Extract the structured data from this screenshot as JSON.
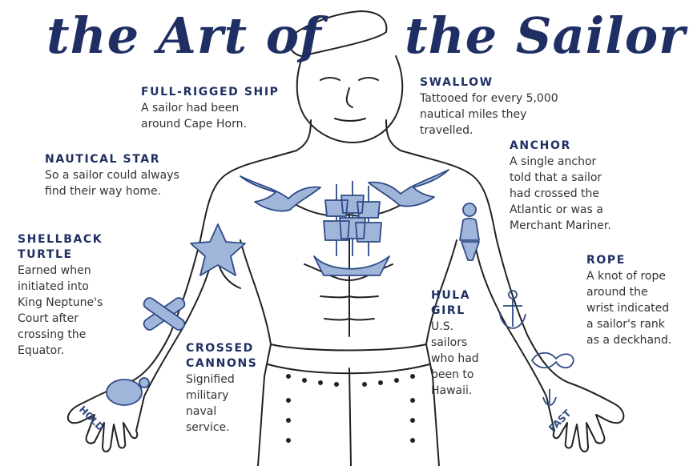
{
  "title": {
    "left": "the Art of",
    "right": "the Sailor"
  },
  "tattoos": {
    "ship": {
      "name": "FULL-RIGGED SHIP",
      "desc": "A sailor had been\naround Cape Horn."
    },
    "swallow": {
      "name": "SWALLOW",
      "desc": "Tattooed for every 5,000\nnautical miles they\ntravelled."
    },
    "star": {
      "name": "NAUTICAL STAR",
      "desc": "So a sailor could always\nfind their way home."
    },
    "anchor": {
      "name": "ANCHOR",
      "desc": "A single anchor\ntold that a sailor\nhad crossed the\nAtlantic or was a\nMerchant Mariner."
    },
    "turtle": {
      "name": "SHELLBACK\nTURTLE",
      "desc": "Earned when\ninitiated into\nKing Neptune's\nCourt after\ncrossing the\nEquator."
    },
    "rope": {
      "name": "ROPE",
      "desc": "A knot of rope\naround the\nwrist indicated\na sailor's rank\nas a deckhand."
    },
    "hula": {
      "name": "HULA\nGIRL",
      "desc": "U.S.\nsailors\nwho had\nbeen to\nHawaii."
    },
    "cannons": {
      "name": "CROSSED\nCANNONS",
      "desc": "Signified\nmilitary\nnaval\nservice."
    }
  },
  "knuckles": {
    "left": "HOLD",
    "right": "FAST"
  },
  "colors": {
    "ink": "#1f2f63",
    "tattoo": "#4c6fa8",
    "line": "#222222"
  }
}
